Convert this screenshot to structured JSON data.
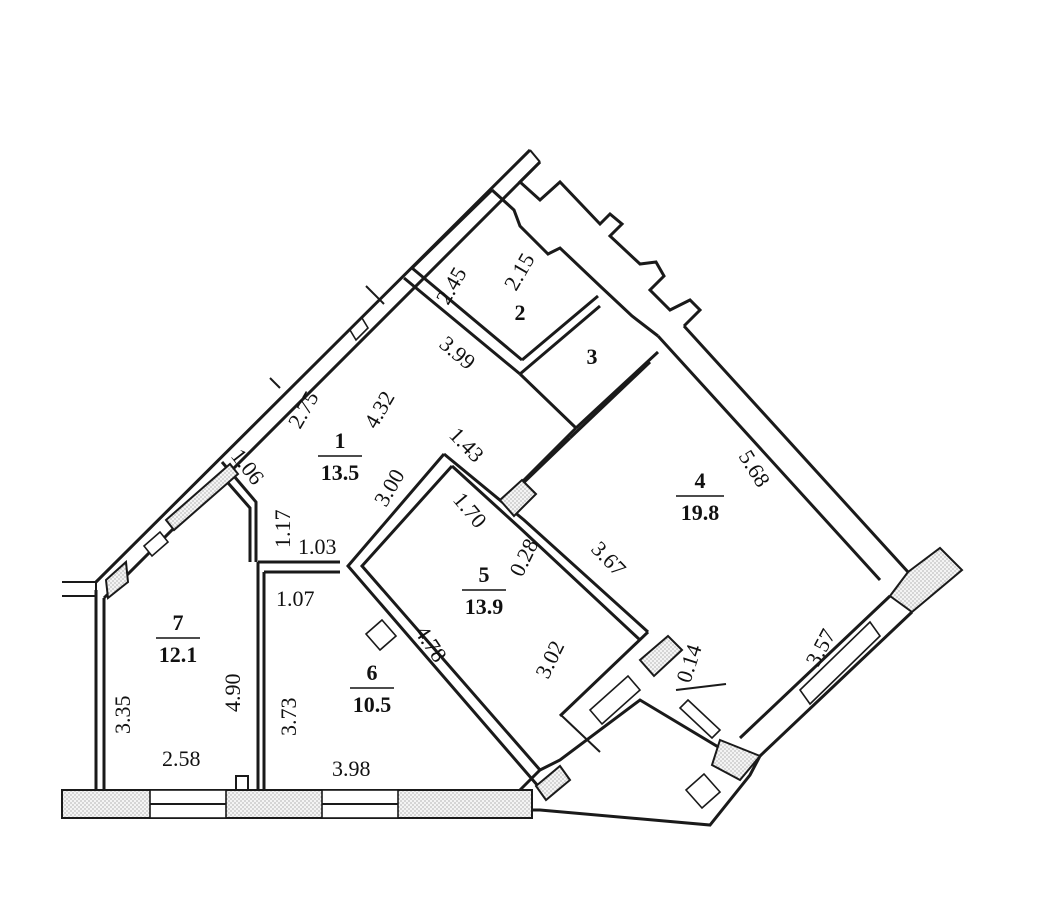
{
  "rooms": [
    {
      "number": "1",
      "area": "13.5"
    },
    {
      "number": "2"
    },
    {
      "number": "3"
    },
    {
      "number": "4",
      "area": "19.8"
    },
    {
      "number": "5",
      "area": "13.9"
    },
    {
      "number": "6",
      "area": "10.5"
    },
    {
      "number": "7",
      "area": "12.1"
    }
  ],
  "dimensions": {
    "r2_a": "2.45",
    "r2_b": "2.15",
    "r1_a": "3.99",
    "r1_b": "4.32",
    "r1_c": "2.75",
    "r1_d": "1.06",
    "r1_e": "3.00",
    "r1_f": "1.43",
    "r1_g": "1.17",
    "r1_h": "1.03",
    "r4_a": "5.68",
    "r4_b": "3.67",
    "r4_c": "3.57",
    "r4_d": "0.14",
    "r5_a": "1.70",
    "r5_b": "0.28",
    "r5_c": "3.02",
    "r5_d": "4.78",
    "r6_a": "1.07",
    "r6_b": "3.73",
    "r6_c": "3.98",
    "r7_a": "4.90",
    "r7_b": "3.35",
    "r7_c": "2.58"
  }
}
